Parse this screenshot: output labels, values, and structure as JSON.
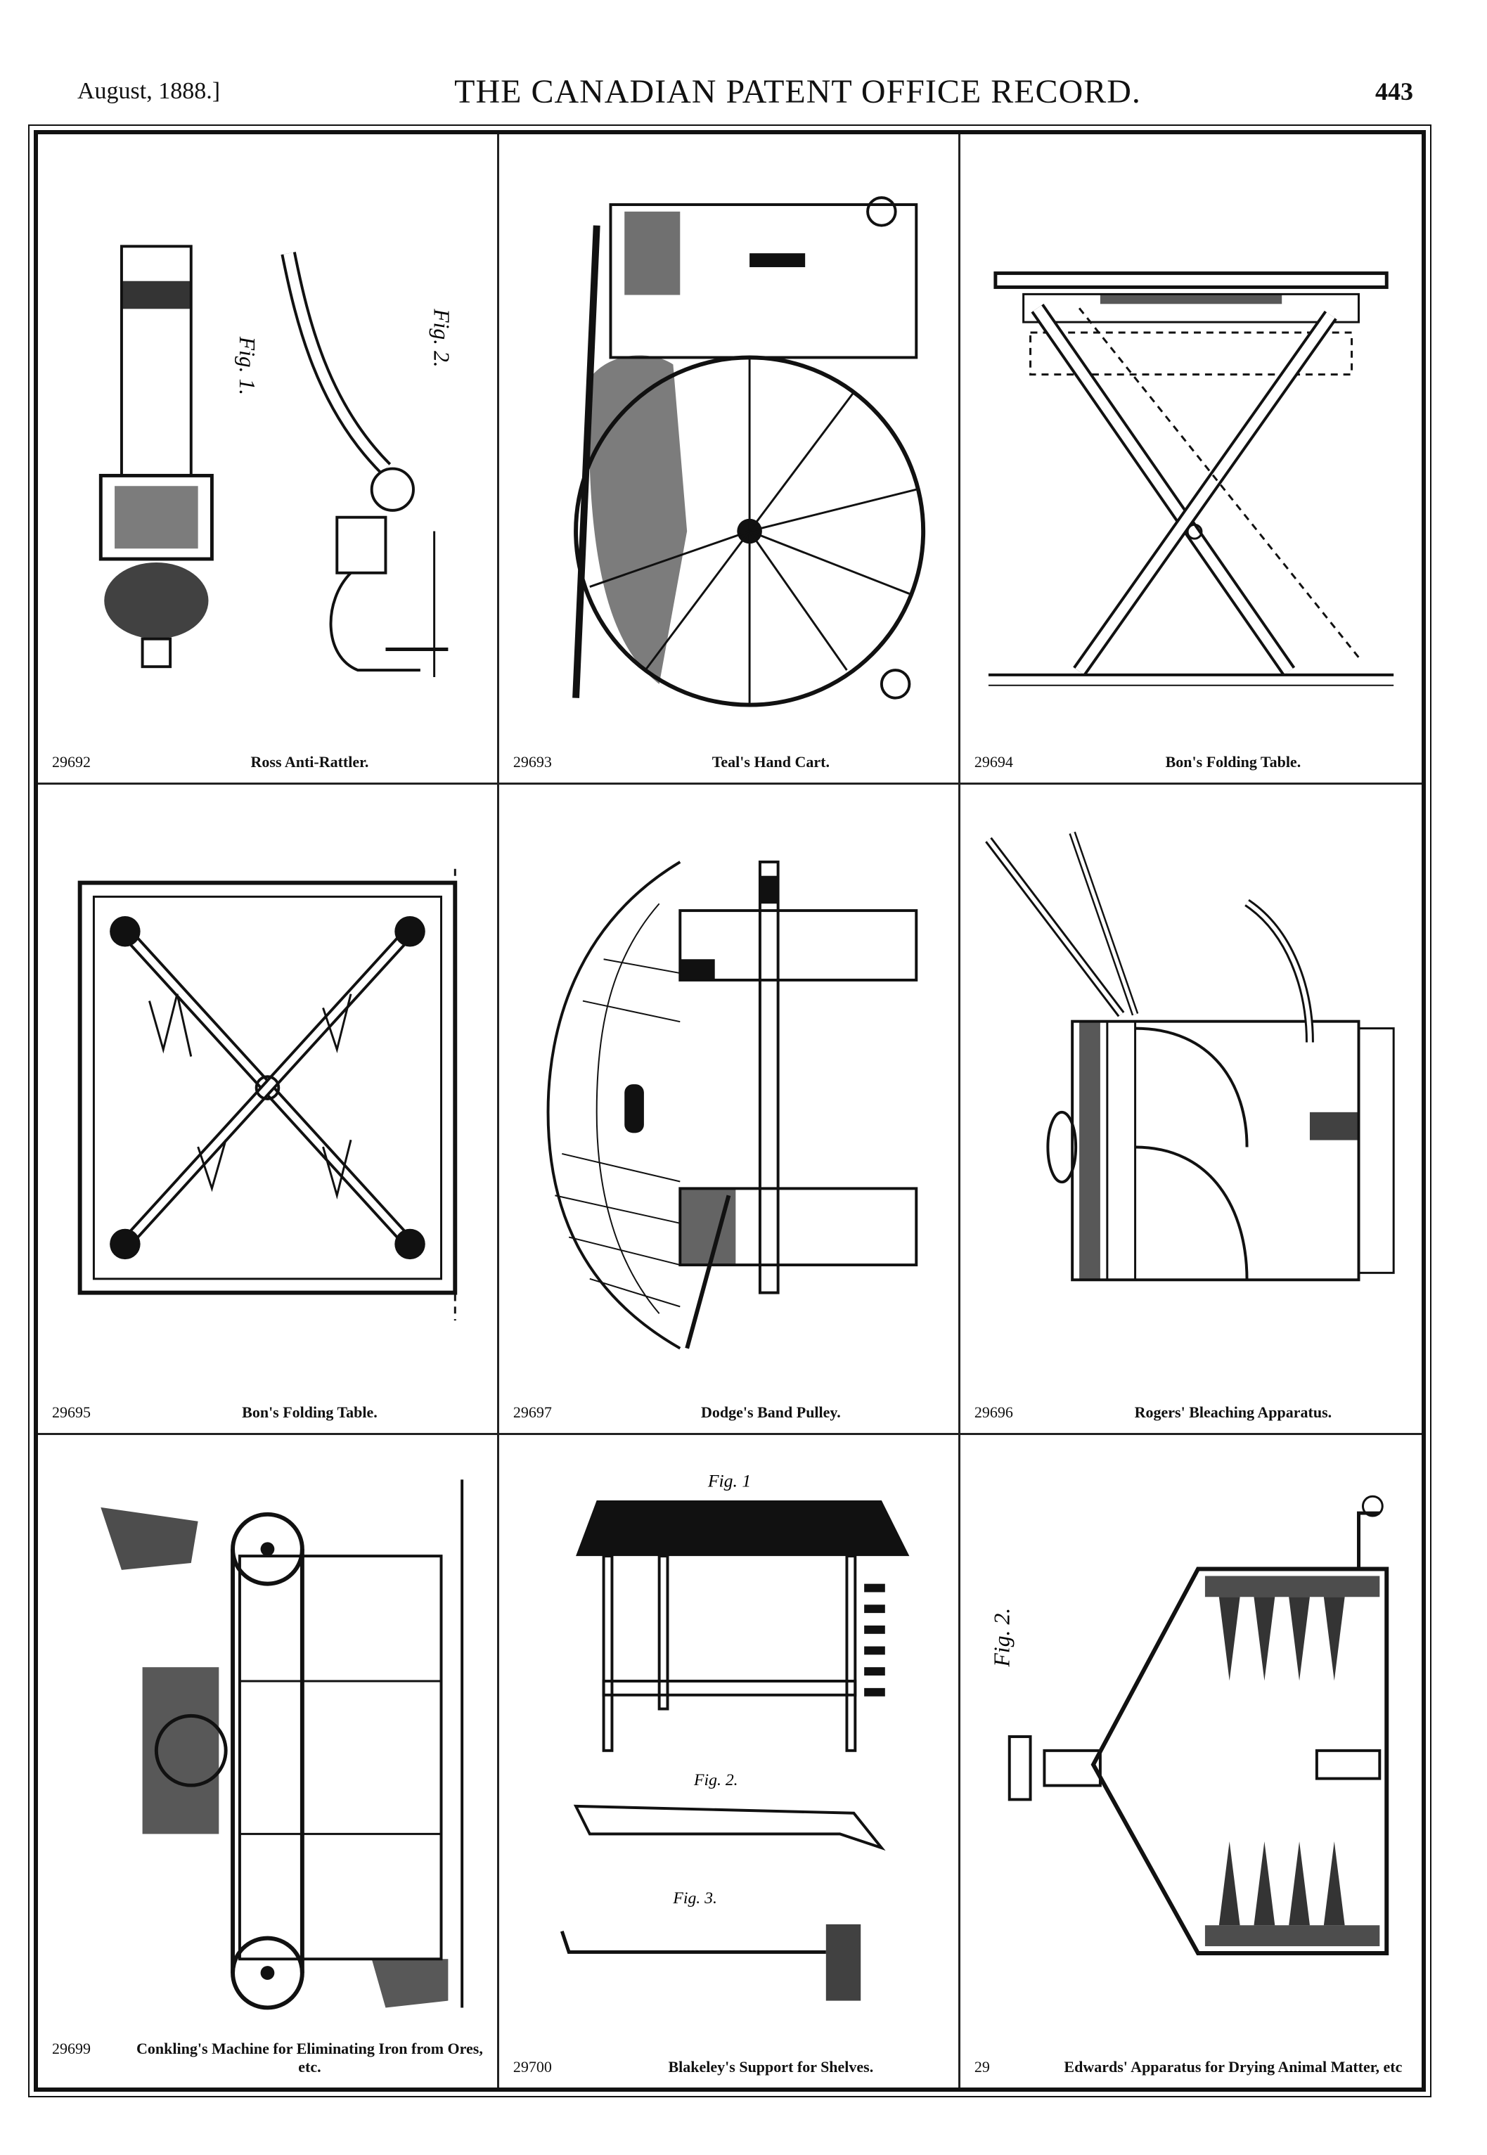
{
  "header": {
    "date": "August, 1888.]",
    "title": "THE CANADIAN PATENT OFFICE RECORD.",
    "page_number": "443"
  },
  "patents": [
    {
      "number": "29692",
      "title": "Ross Anti-Rattler.",
      "labels": [
        "Fig. 1.",
        "Fig. 2."
      ]
    },
    {
      "number": "29693",
      "title": "Teal's Hand Cart.",
      "labels": []
    },
    {
      "number": "29694",
      "title": "Bon's Folding Table.",
      "labels": []
    },
    {
      "number": "29695",
      "title": "Bon's Folding Table.",
      "labels": []
    },
    {
      "number": "29697",
      "title": "Dodge's Band Pulley.",
      "labels": []
    },
    {
      "number": "29696",
      "title": "Rogers' Bleaching Apparatus.",
      "labels": []
    },
    {
      "number": "29699",
      "title": "Conkling's Machine for Eliminating Iron from Ores, etc.",
      "labels": []
    },
    {
      "number": "29700",
      "title": "Blakeley's Support for Shelves.",
      "labels": [
        "Fig. 1",
        "Fig. 2.",
        "Fig. 3."
      ]
    },
    {
      "number": "29",
      "title": "Edwards' Apparatus for Drying Animal Matter, etc",
      "labels": [
        "Fig. 2."
      ]
    }
  ]
}
